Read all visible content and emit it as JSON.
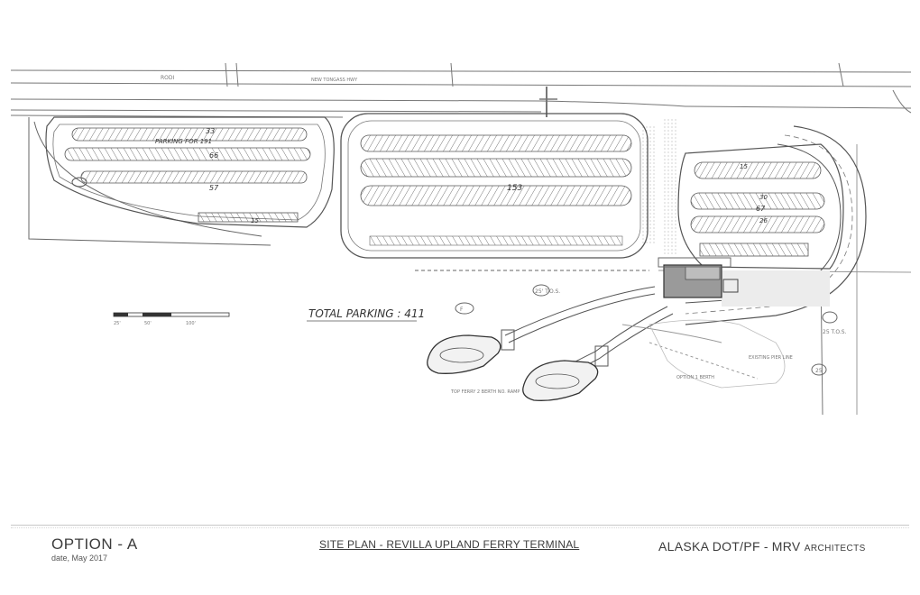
{
  "plan": {
    "road_labels": [
      "RODI",
      "NEW TONGASS HWY"
    ],
    "lot_left": {
      "title": "PARKING FOR 191",
      "counts": [
        "33",
        "191",
        "66",
        "57",
        "15"
      ]
    },
    "lot_middle": {
      "count": "153"
    },
    "lot_right": {
      "counts": [
        "15",
        "30",
        "67",
        "26"
      ]
    },
    "total_parking": "TOTAL PARKING : 411",
    "scale_labels": [
      "25'",
      "50'",
      "100'"
    ],
    "notes": [
      "25' T.O.S.",
      "F",
      "25 T.O.S.",
      "25",
      "EXISTING PIER LINE",
      "OPTION 1 BERTH",
      "TOP FERRY 2 BERTH NO. RAMP"
    ]
  },
  "title_block": {
    "option": "OPTION - A",
    "date": "date, May 2017",
    "sheet_title": "SITE PLAN - REVILLA UPLAND FERRY TERMINAL",
    "client": "ALASKA DOT/PF",
    "separator": "-",
    "firm_name": "MRV",
    "firm_suffix": "ARCHITECTS"
  }
}
